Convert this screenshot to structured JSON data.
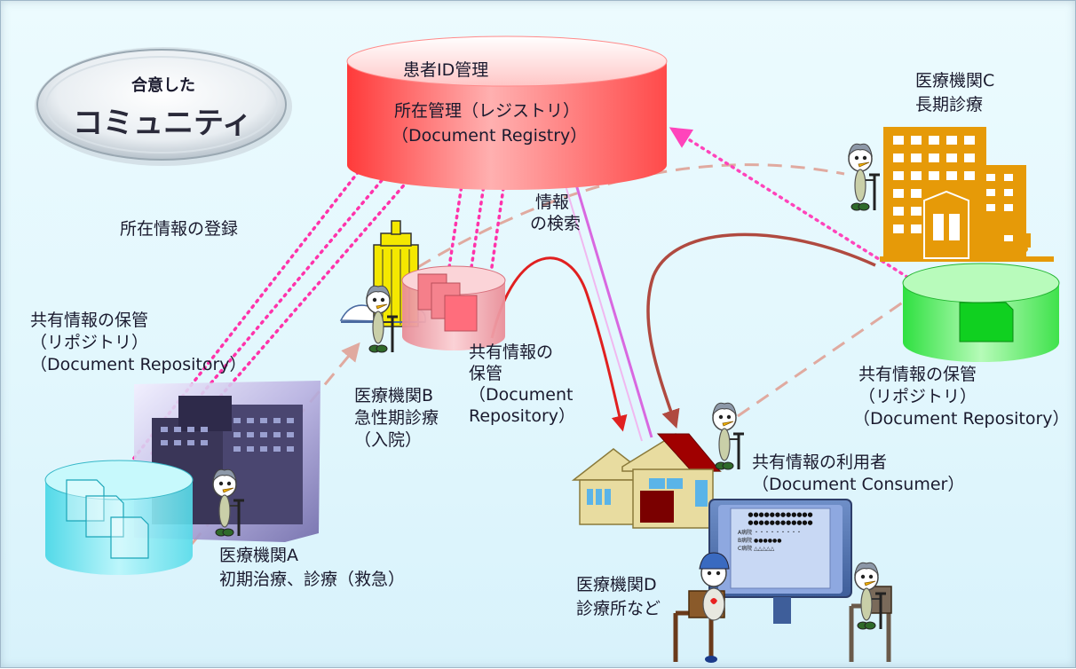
{
  "badge": {
    "line1": "合意した",
    "line2": "コミュニティ"
  },
  "registry": {
    "line1": "患者ID管理",
    "line2": "所在管理（レジストリ）",
    "line3": "（Document Registry）"
  },
  "labels": {
    "registration": "所在情報の登録",
    "search_line1": "情報",
    "search_line2": "の検索",
    "repoA_line1": "共有情報の保管",
    "repoA_line2": "（リポジトリ）",
    "repoA_line3": "（Document Repository）",
    "repoB_line1": "共有情報の",
    "repoB_line2": "保管",
    "repoB_line3": "（Document",
    "repoB_line4": "Repository）",
    "repoC_line1": "共有情報の保管",
    "repoC_line2": "（リポジトリ）",
    "repoC_line3": "（Document Repository）",
    "consumer_line1": "共有情報の利用者",
    "consumer_line2": "（Document Consumer）",
    "facilityA_line1": "医療機関A",
    "facilityA_line2": "初期治療、診療（救急）",
    "facilityB_line1": "医療機関B",
    "facilityB_line2": "急性期診療",
    "facilityB_line3": "（入院）",
    "facilityC_line1": "医療機関C",
    "facilityC_line2": "長期診療",
    "facilityD_line1": "医療機関D",
    "facilityD_line2": "診療所など"
  },
  "screen": {
    "dots_row1": "●●●●●●●●●●●●",
    "dots_row2": "●●●●●●●●●●●●",
    "row_a_label": "A病院",
    "row_a_marks": "・・・・・・・・・",
    "row_b_label": "B病院",
    "row_b_marks": "●●●●●●",
    "row_c_label": "C病院",
    "row_c_marks": "△△△△△"
  },
  "colors": {
    "registry": "#ff5a5a",
    "repository_a": "#7fe6f0",
    "repository_b": "#f3a0a8",
    "repository_c": "#5fe86a",
    "arrow_register": "#ff33aa",
    "arrow_search": "#e070e8",
    "arrow_retrieve": "#e02020",
    "arrow_other": "#e0aaa0",
    "building": "#e8a010"
  }
}
